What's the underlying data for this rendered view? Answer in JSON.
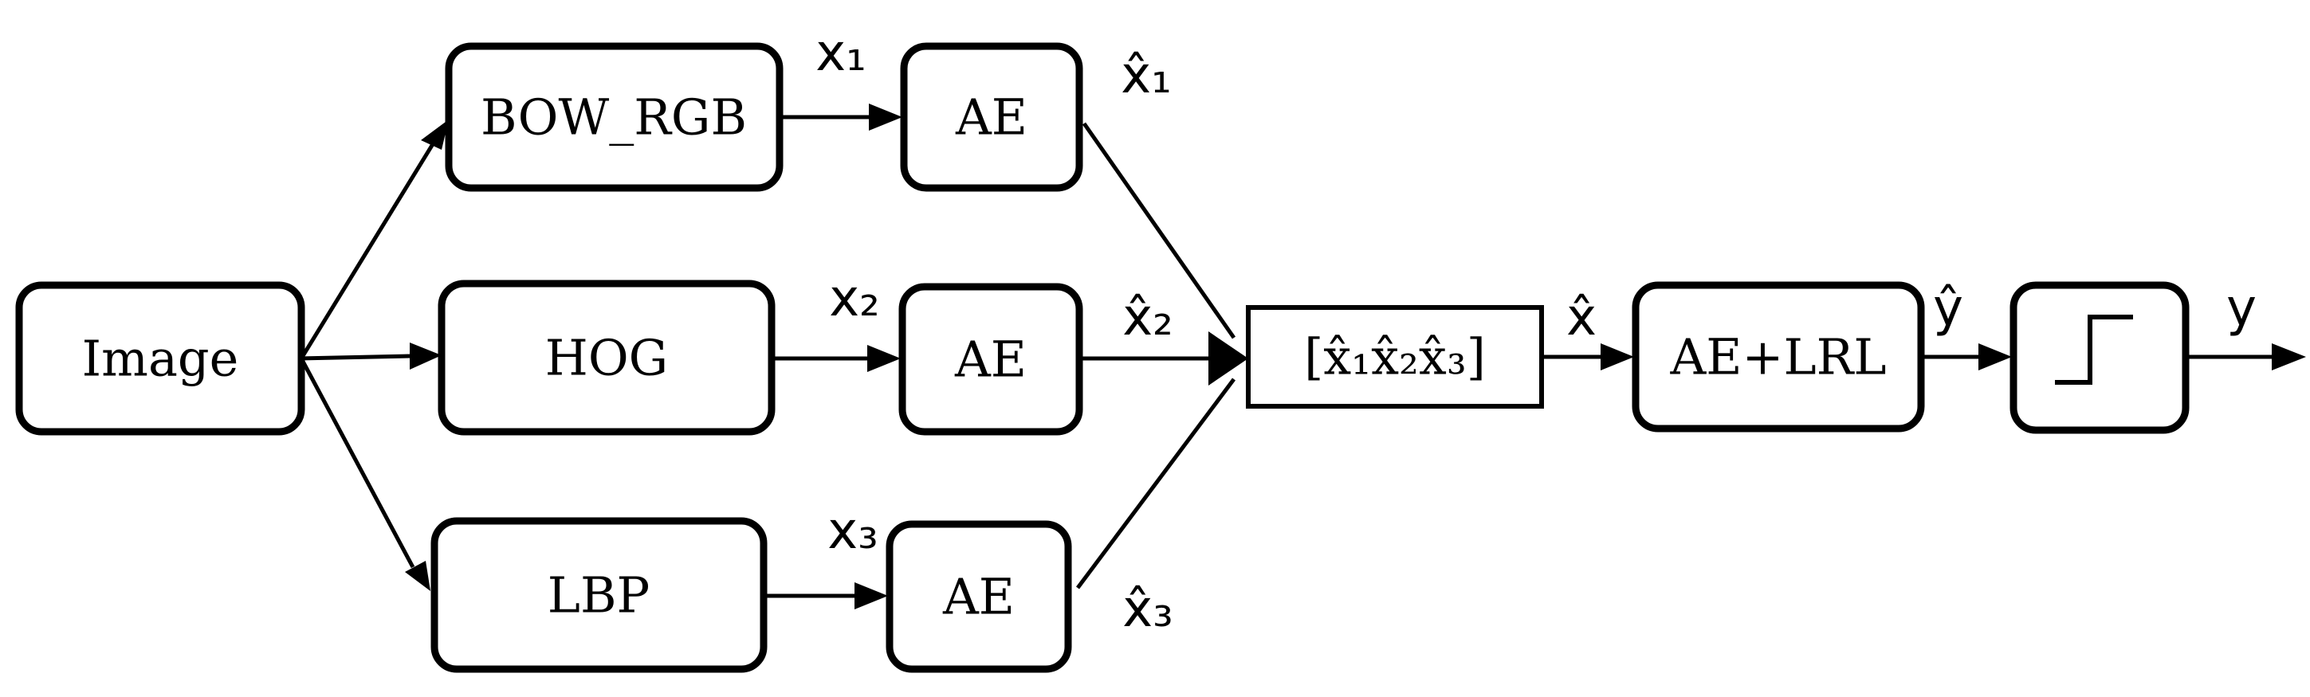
{
  "nodes": {
    "image": "Image",
    "bow_rgb": "BOW_RGB",
    "hog": "HOG",
    "lbp": "LBP",
    "ae1": "AE",
    "ae2": "AE",
    "ae3": "AE",
    "concat": "[x̂₁x̂₂x̂₃]",
    "ae_lrl": "AE+LRL"
  },
  "edge_labels": {
    "x1": "x₁",
    "x2": "x₂",
    "x3": "x₃",
    "xhat1": "x̂₁",
    "xhat2": "x̂₂",
    "xhat3": "x̂₃",
    "xhat": "x̂",
    "yhat": "ŷ",
    "y": "y"
  },
  "colors": {
    "stroke": "#000000",
    "background": "#ffffff"
  },
  "icons": {
    "threshold": "step-function-icon"
  }
}
